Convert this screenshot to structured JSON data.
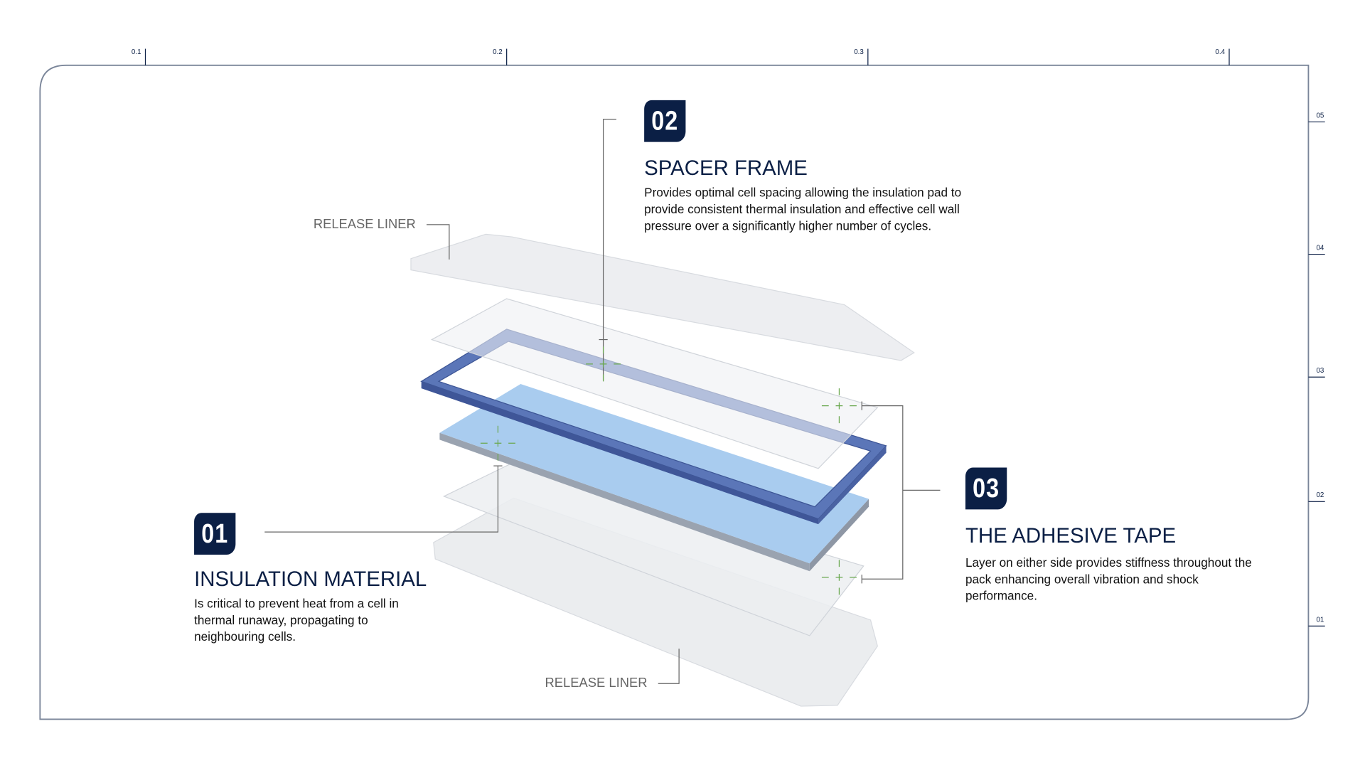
{
  "ruler": {
    "top": [
      "0.1",
      "0.2",
      "0.3",
      "0.4"
    ],
    "right": [
      "05",
      "04",
      "03",
      "02",
      "01"
    ]
  },
  "callouts": [
    {
      "number": "01",
      "title": "INSULATION MATERIAL",
      "body": "Is critical to prevent heat from a cell in thermal runaway, propagating to neighbouring cells."
    },
    {
      "number": "02",
      "title": "SPACER FRAME",
      "body": "Provides  optimal cell spacing allowing the insulation pad to provide consistent thermal insulation and effective cell wall pressure over a significantly higher number of cycles."
    },
    {
      "number": "03",
      "title": "THE ADHESIVE TAPE",
      "body": "Layer on either side provides stiffness throughout the pack enhancing overall vibration and shock performance."
    }
  ],
  "labels": {
    "release_liner_top": "RELEASE LINER",
    "release_liner_bottom": "RELEASE LINER"
  },
  "colors": {
    "navy": "#0b1f45",
    "frame_blue": "#5b76b8",
    "pad_blue": "#a9ccef",
    "green_marker": "#6aa84f"
  }
}
